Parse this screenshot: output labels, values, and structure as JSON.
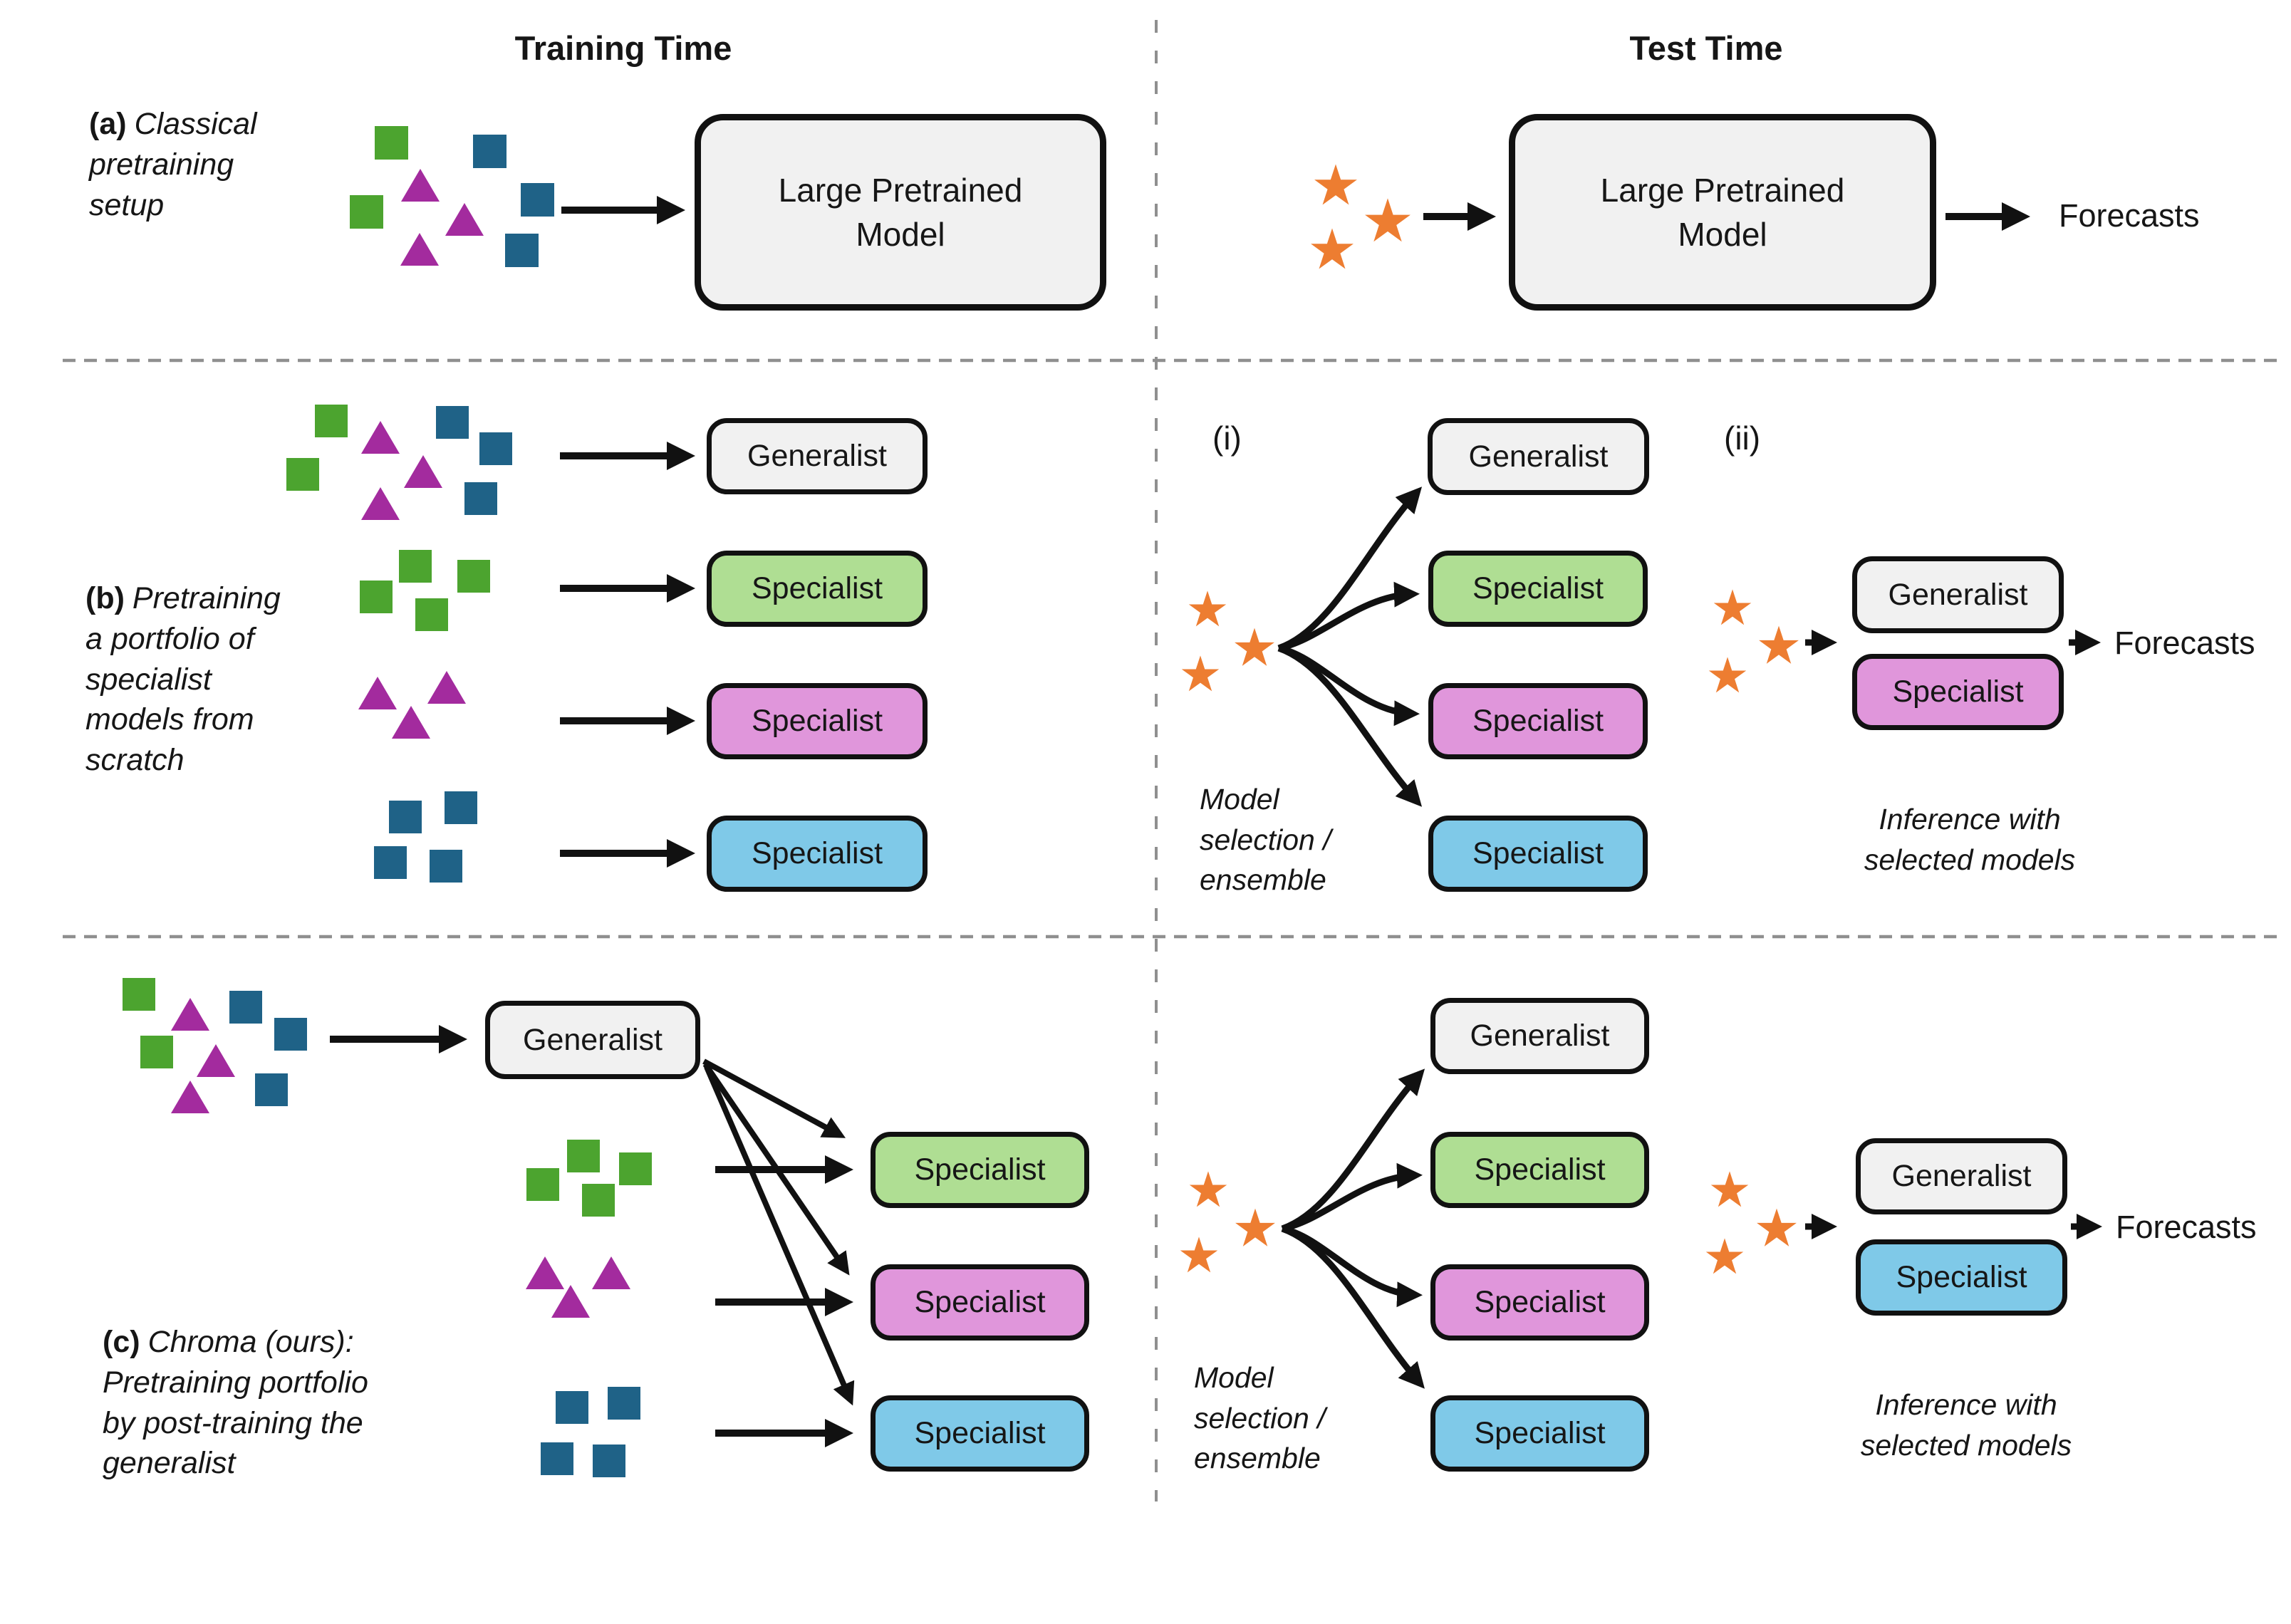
{
  "headers": {
    "training": "Training Time",
    "test": "Test Time"
  },
  "boxes": {
    "generalist": "Generalist",
    "specialist": "Specialist",
    "large_pretrained_model": "Large Pretrained\nModel"
  },
  "annotations": {
    "forecasts": "Forecasts",
    "roman_i": "(i)",
    "roman_ii": "(ii)",
    "model_selection": "Model\nselection /\nensemble",
    "inference": "Inference with\nselected models"
  },
  "captions": {
    "a_prefix": "(a)",
    "a_text": "Classical\npretraining\nsetup",
    "b_prefix": "(b)",
    "b_text": "Pretraining\na portfolio of\nspecialist\nmodels from\nscratch",
    "c_prefix": "(c)",
    "c_text": "Chroma (ours):\nPretraining portfolio\nby post-training the\ngeneralist"
  },
  "icons": {
    "green_square": "green-square-data-icon",
    "blue_square": "blue-square-data-icon",
    "purple_triangle": "purple-triangle-data-icon",
    "orange_star": "orange-star-query-icon"
  },
  "colors": {
    "green_shape": "#4CA42F",
    "blue_shape": "#1F6287",
    "purple_shape": "#A32B9E",
    "star_orange": "#ED7D31",
    "box_grey": "#F1F1F1",
    "box_green": "#AFDE93",
    "box_pink": "#E096DB",
    "box_blue": "#7FC9E8",
    "box_border": "#111111",
    "arrow_black": "#111111",
    "divider_grey": "#8F8F8F",
    "text": "#161616"
  }
}
